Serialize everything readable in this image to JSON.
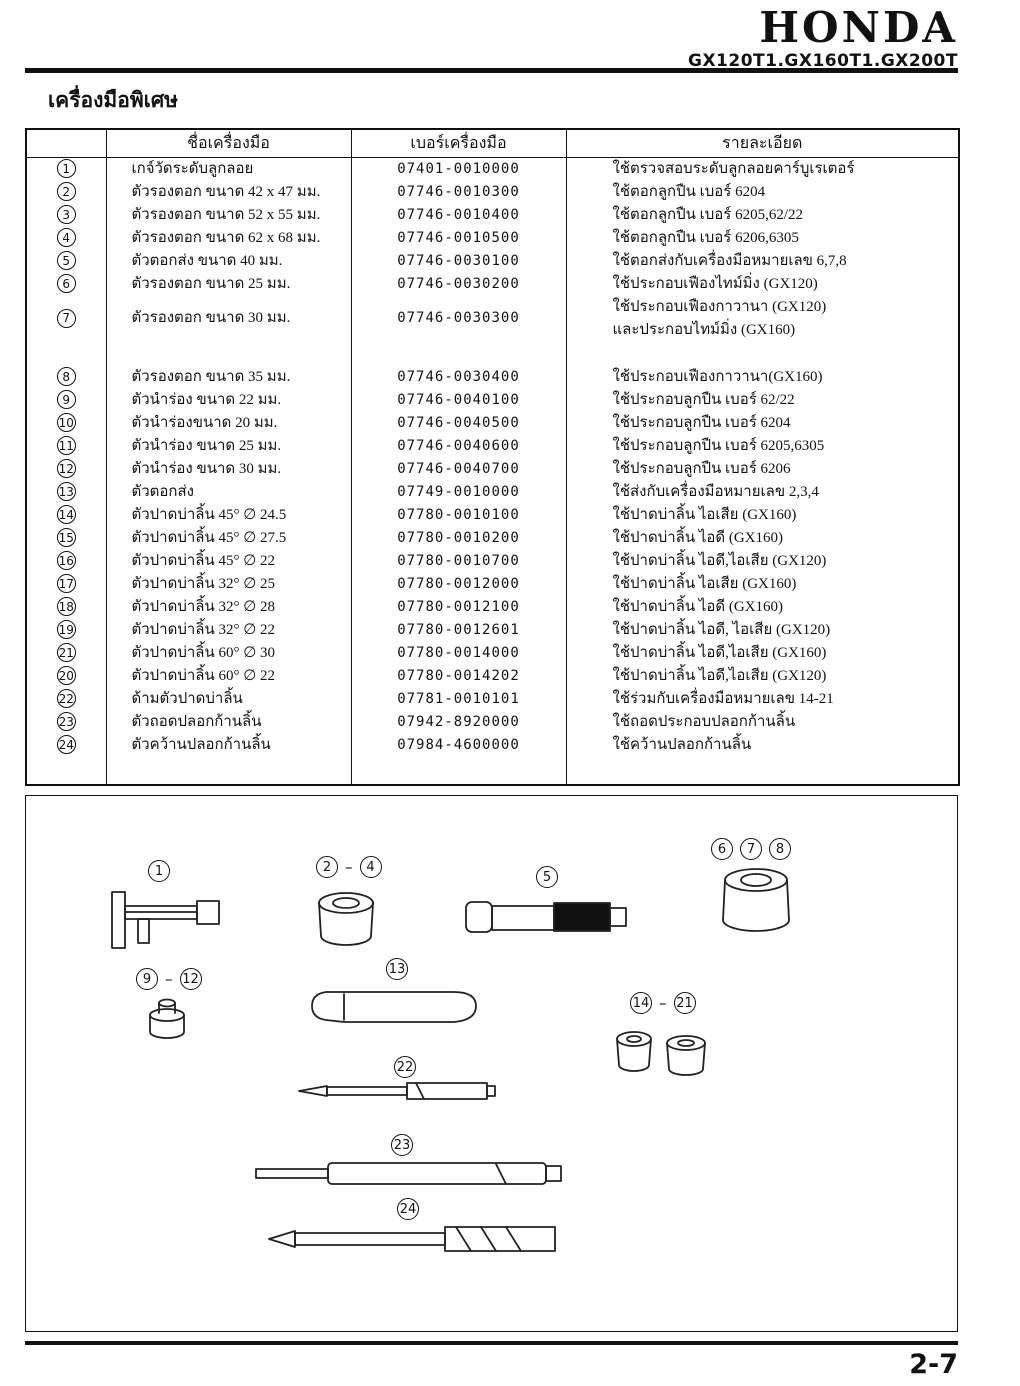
{
  "header": {
    "brand": "HONDA",
    "models": "GX120T1.GX160T1.GX200T"
  },
  "page": {
    "title": "เครื่องมือพิเศษ",
    "number": "2-7"
  },
  "table": {
    "headers": [
      "ชื่อเครื่องมือ",
      "เบอร์เครื่องมือ",
      "รายละเอียด"
    ],
    "rows": [
      {
        "no": "1",
        "name": "เกจ์วัดระดับลูกลอย",
        "part": "07401-0010000",
        "detail": "ใช้ตรวจสอบระดับลูกลอยคาร์บูเรเตอร์"
      },
      {
        "no": "2",
        "name": "ตัวรองตอก ขนาด 42 x 47 มม.",
        "part": "07746-0010300",
        "detail": "ใช้ตอกลูกปืน เบอร์ 6204"
      },
      {
        "no": "3",
        "name": "ตัวรองตอก ขนาด 52 x 55 มม.",
        "part": "07746-0010400",
        "detail": "ใช้ตอกลูกปืน เบอร์ 6205,62/22"
      },
      {
        "no": "4",
        "name": "ตัวรองตอก ขนาด 62 x 68 มม.",
        "part": "07746-0010500",
        "detail": "ใช้ตอกลูกปืน เบอร์ 6206,6305"
      },
      {
        "no": "5",
        "name": "ตัวตอกส่ง ขนาด 40 มม.",
        "part": "07746-0030100",
        "detail": "ใช้ตอกส่งกับเครื่องมือหมายเลข 6,7,8"
      },
      {
        "no": "6",
        "name": "ตัวรองตอก ขนาด 25 มม.",
        "part": "07746-0030200",
        "detail": "ใช้ประกอบเฟืองไทม์มิ่ง (GX120)"
      },
      {
        "no": "7",
        "name": "ตัวรองตอก ขนาด 30 มม.",
        "part": "07746-0030300",
        "detail": "ใช้ประกอบเฟืองกาวานา (GX120)\nและประกอบไทม์มิ่ง (GX160)"
      },
      {
        "no": "8",
        "gap_before": true,
        "name": "ตัวรองตอก ขนาด 35 มม.",
        "part": "07746-0030400",
        "detail": "ใช้ประกอบเฟืองกาวานา(GX160)"
      },
      {
        "no": "9",
        "name": "ตัวนำร่อง ขนาด 22 มม.",
        "part": "07746-0040100",
        "detail": "ใช้ประกอบลูกปืน เบอร์ 62/22"
      },
      {
        "no": "10",
        "name": "ตัวนำร่องขนาด 20 มม.",
        "part": "07746-0040500",
        "detail": "ใช้ประกอบลูกปืน เบอร์ 6204"
      },
      {
        "no": "11",
        "name": "ตัวนำร่อง ขนาด 25 มม.",
        "part": "07746-0040600",
        "detail": "ใช้ประกอบลูกปืน เบอร์ 6205,6305"
      },
      {
        "no": "12",
        "name": "ตัวนำร่อง ขนาด 30 มม.",
        "part": "07746-0040700",
        "detail": "ใช้ประกอบลูกปืน เบอร์ 6206"
      },
      {
        "no": "13",
        "name": "ตัวตอกส่ง",
        "part": "07749-0010000",
        "detail": "ใช้ส่งกับเครื่องมือหมายเลข 2,3,4"
      },
      {
        "no": "14",
        "name": "ตัวปาดบ่าลิ้น 45° ∅ 24.5",
        "part": "07780-0010100",
        "detail": "ใช้ปาดบ่าลิ้น ไอเสีย (GX160)"
      },
      {
        "no": "15",
        "name": "ตัวปาดบ่าลิ้น 45° ∅ 27.5",
        "part": "07780-0010200",
        "detail": "ใช้ปาดบ่าลิ้น ไอดี (GX160)"
      },
      {
        "no": "16",
        "name": "ตัวปาดบ่าลิ้น 45° ∅ 22",
        "part": "07780-0010700",
        "detail": "ใช้ปาดบ่าลิ้น ไอดี,ไอเสีย (GX120)"
      },
      {
        "no": "17",
        "name": "ตัวปาดบ่าลิ้น 32° ∅ 25",
        "part": "07780-0012000",
        "detail": "ใช้ปาดบ่าลิ้น ไอเสีย (GX160)"
      },
      {
        "no": "18",
        "name": "ตัวปาดบ่าลิ้น 32° ∅ 28",
        "part": "07780-0012100",
        "detail": "ใช้ปาดบ่าลิ้น ไอดี (GX160)"
      },
      {
        "no": "19",
        "name": "ตัวปาดบ่าลิ้น 32° ∅ 22",
        "part": "07780-0012601",
        "detail": "ใช้ปาดบ่าลิ้น ไอดี, ไอเสีย (GX120)"
      },
      {
        "no": "21",
        "name": "ตัวปาดบ่าลิ้น 60° ∅ 30",
        "part": "07780-0014000",
        "detail": "ใช้ปาดบ่าลิ้น ไอดี,ไอเสีย (GX160)"
      },
      {
        "no": "20",
        "name": "ตัวปาดบ่าลิ้น 60° ∅ 22",
        "part": "07780-0014202",
        "detail": "ใช้ปาดบ่าลิ้น ไอดี,ไอเสีย (GX120)"
      },
      {
        "no": "22",
        "name": "ด้ามตัวปาดบ่าลิ้น",
        "part": "07781-0010101",
        "detail": "ใช้ร่วมกับเครื่องมือหมายเลข 14-21"
      },
      {
        "no": "23",
        "name": "ตัวถอดปลอกก้านลิ้น",
        "part": "07942-8920000",
        "detail": "ใช้ถอดประกอบปลอกก้านลิ้น"
      },
      {
        "no": "24",
        "name": "ตัวคว้านปลอกก้านลิ้น",
        "part": "07984-4600000",
        "detail": "ใช้คว้านปลอกก้านลิ้น"
      }
    ]
  },
  "diagram": {
    "labels": [
      "1",
      "2 - 4",
      "5",
      "6 7 8",
      "9 - 12",
      "13",
      "14 - 21",
      "22",
      "23",
      "24"
    ]
  }
}
